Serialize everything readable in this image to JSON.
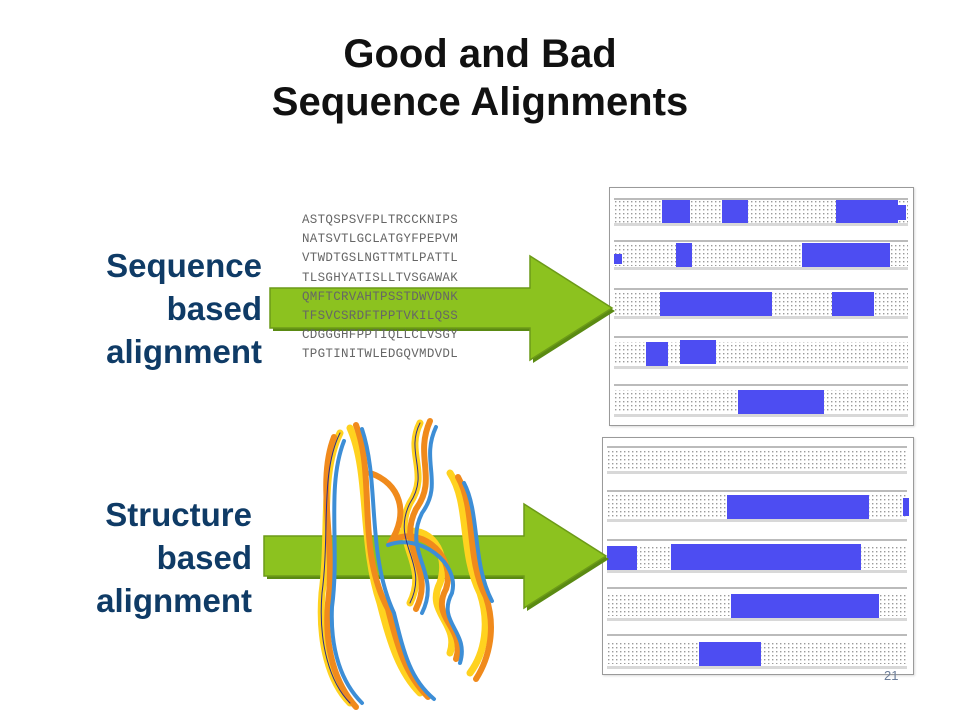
{
  "title": {
    "line1": "Good and Bad",
    "line2": "Sequence Alignments"
  },
  "sequence_label": {
    "line1": "Sequence",
    "line2": "based",
    "line3": "alignment"
  },
  "structure_label": {
    "line1": "Structure",
    "line2": "based",
    "line3": "alignment"
  },
  "sequence_lines": [
    "ASTQSPSVFPLTRCCKNIPS",
    "NATSVTLGCLATGYFPEPVM",
    "VTWDTGSLNGTTMTLPATTL",
    "TLSGHYATISLLTVSGAWAK",
    "QMFTCRVAHTPSSTDWVDNK",
    "TFSVCSRDFTPPTVKILQSS",
    "CDGGGHFPPTIQLLCLVSGY",
    "TPGTINITWLEDGQVMDVDL"
  ],
  "page_number": "21",
  "colors": {
    "arrow_fill": "#8cc21f",
    "highlight": "#4d4df2",
    "label": "#0f3b66"
  },
  "icons": {
    "sequence_arrow": "right-arrow-icon",
    "structure_arrow": "right-arrow-icon",
    "protein": "protein-ribbon-image"
  }
}
